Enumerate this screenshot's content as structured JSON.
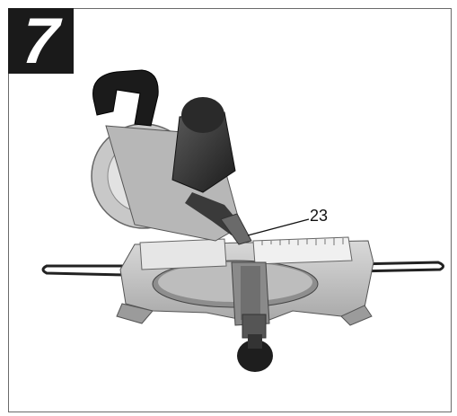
{
  "figure": {
    "step_number": "7",
    "callouts": [
      {
        "id": "23",
        "label": "23"
      }
    ]
  },
  "colors": {
    "badge_bg": "#1a1a1a",
    "badge_text": "#ffffff",
    "frame_border": "#6a6a6a"
  },
  "icons": {
    "illustration": "miter-saw-photo"
  }
}
